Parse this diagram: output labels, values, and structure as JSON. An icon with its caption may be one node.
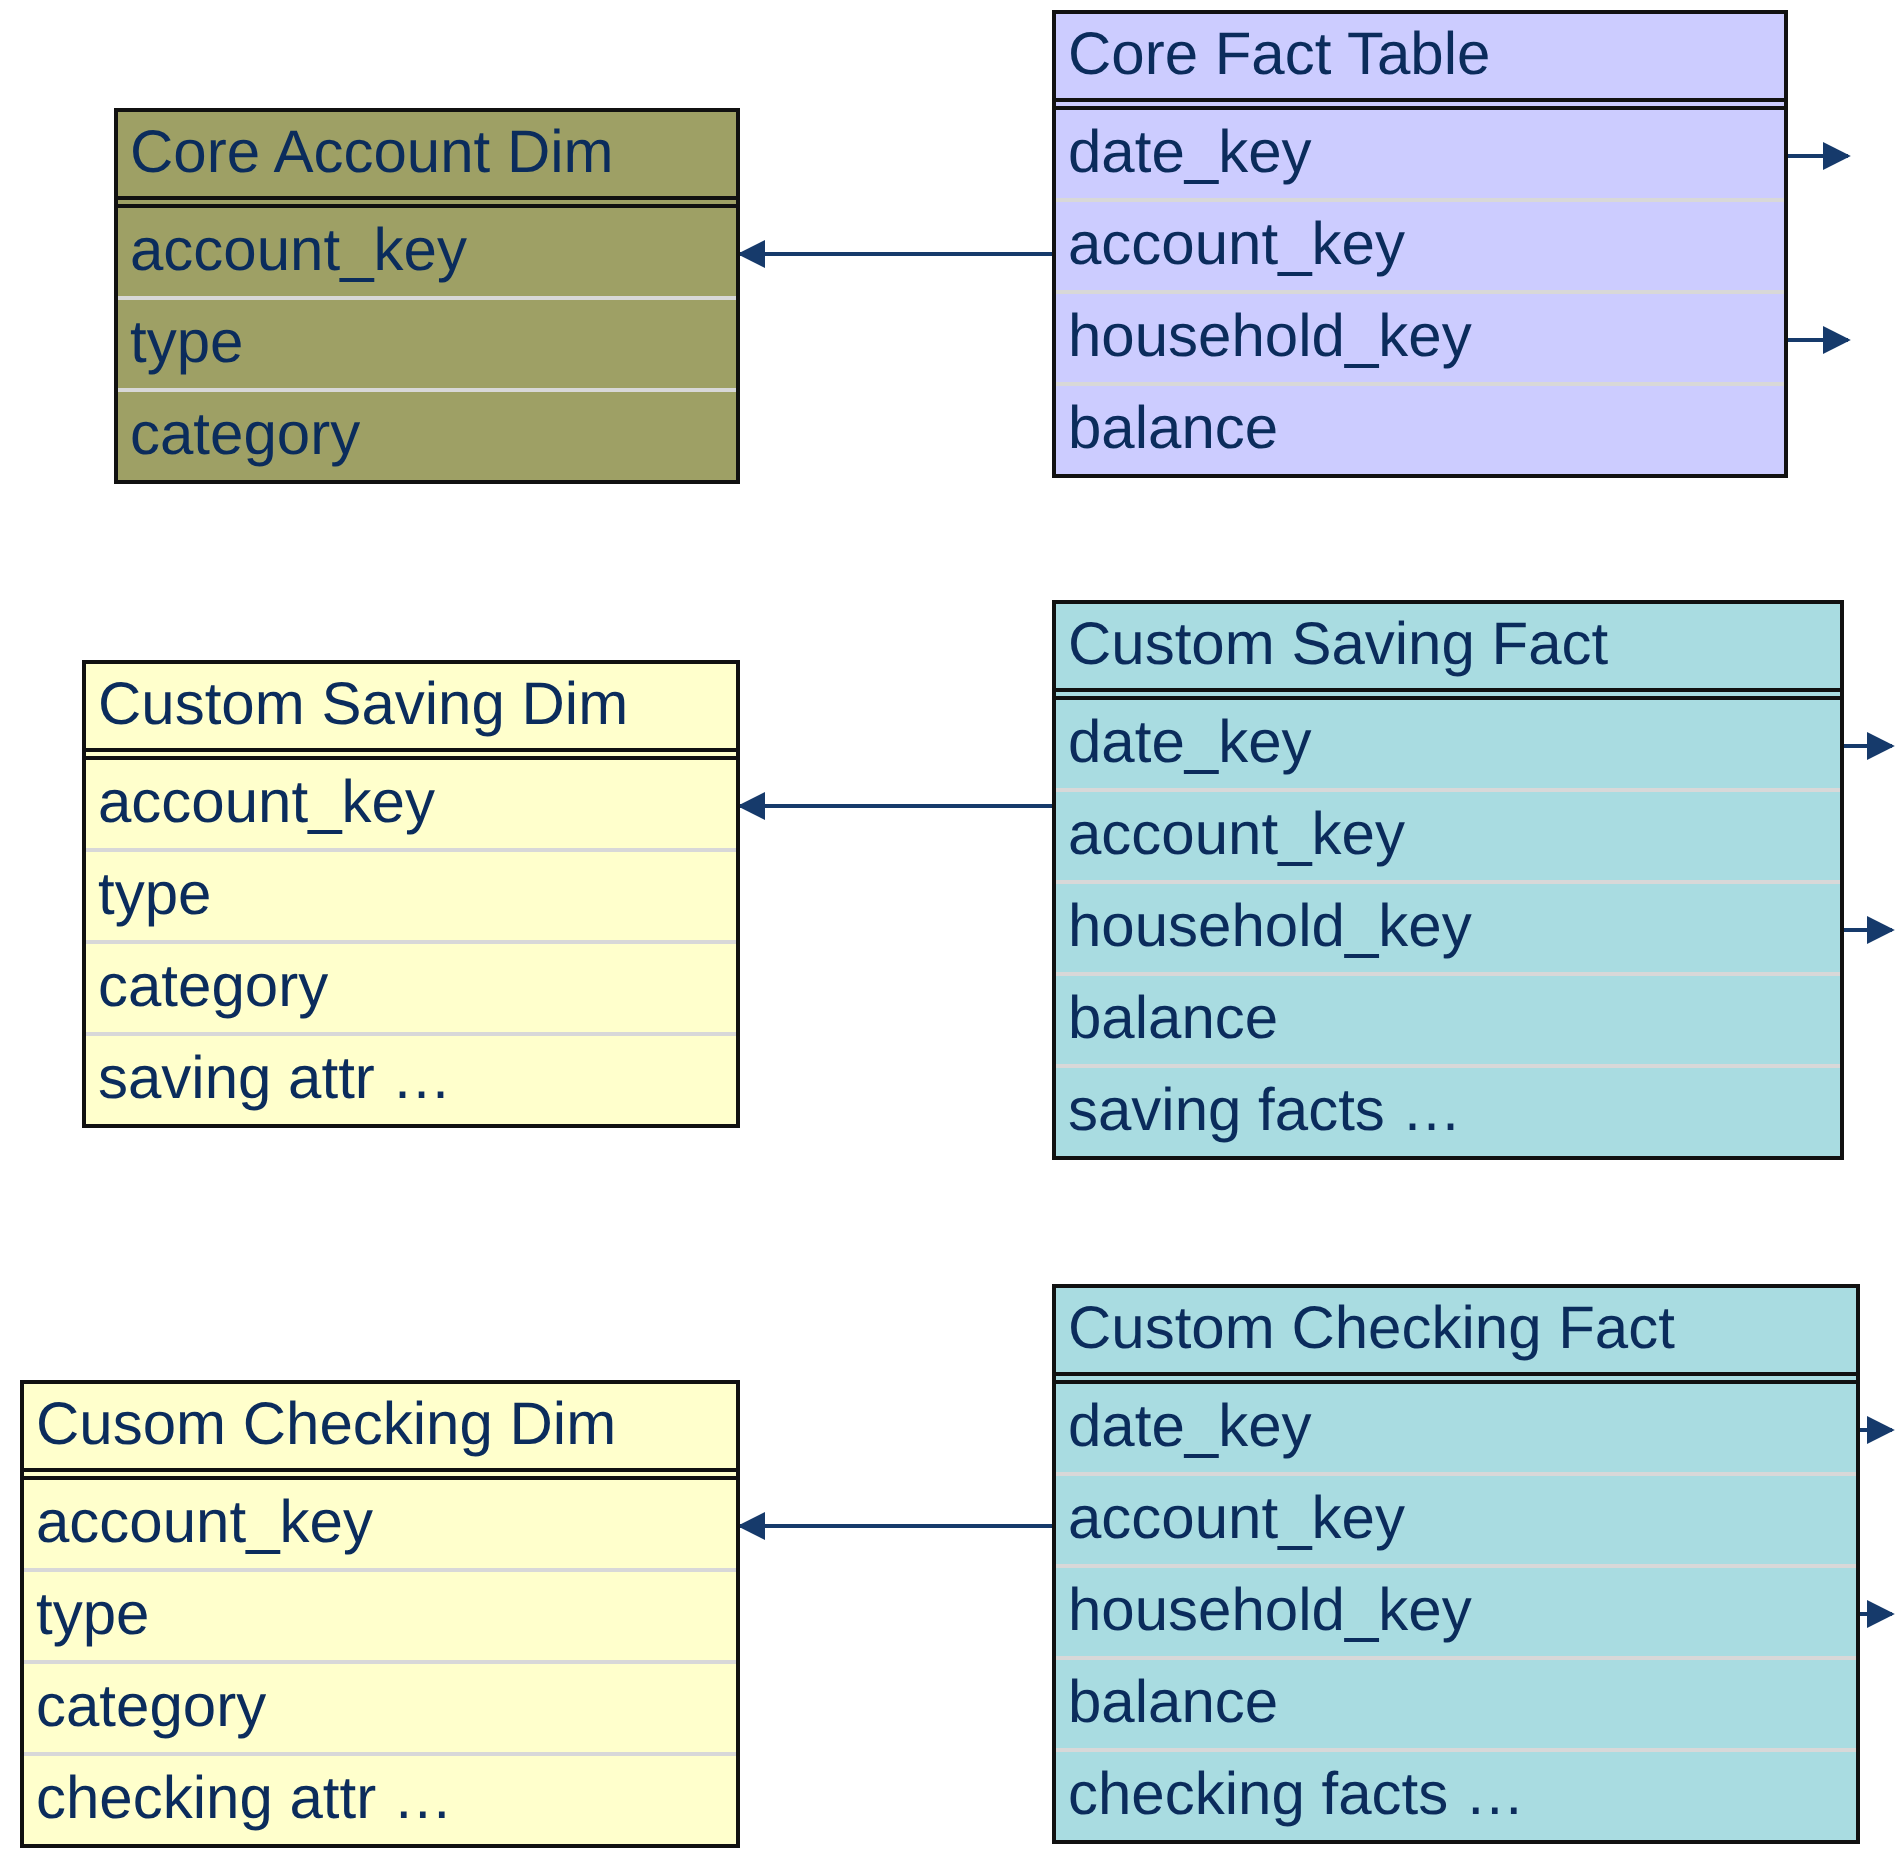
{
  "diagram": {
    "nodes": [
      {
        "text": [
          "Core Account Dim",
          "account_key",
          "type",
          "category"
        ]
      },
      {
        "text": [
          "Core Fact Table",
          "date_key",
          "account_key",
          "household_key",
          "balance"
        ]
      },
      {
        "text": [
          "Custom Saving Dim",
          "account_key",
          "type",
          "category",
          "saving attr …"
        ]
      },
      {
        "text": [
          "Custom Saving Fact",
          "date_key",
          "account_key",
          "household_key",
          "balance",
          "saving facts …"
        ]
      },
      {
        "text": [
          "Cusom Checking Dim",
          "account_key",
          "type",
          "category",
          "checking attr …"
        ]
      },
      {
        "text": [
          "Custom Checking Fact",
          "date_key",
          "account_key",
          "household_key",
          "balance",
          "checking facts …"
        ]
      }
    ],
    "edges": [
      {
        "from": 1,
        "to": 0,
        "arrow": "to"
      },
      {
        "from": 1,
        "to": null,
        "arrow": "to"
      },
      {
        "from": 1,
        "to": null,
        "arrow": "to"
      },
      {
        "from": 3,
        "to": 2,
        "arrow": "to"
      },
      {
        "from": 3,
        "to": null,
        "arrow": "to"
      },
      {
        "from": 3,
        "to": null,
        "arrow": "to"
      },
      {
        "from": 5,
        "to": 4,
        "arrow": "to"
      },
      {
        "from": 5,
        "to": null,
        "arrow": "to"
      },
      {
        "from": 5,
        "to": null,
        "arrow": "to"
      }
    ]
  }
}
